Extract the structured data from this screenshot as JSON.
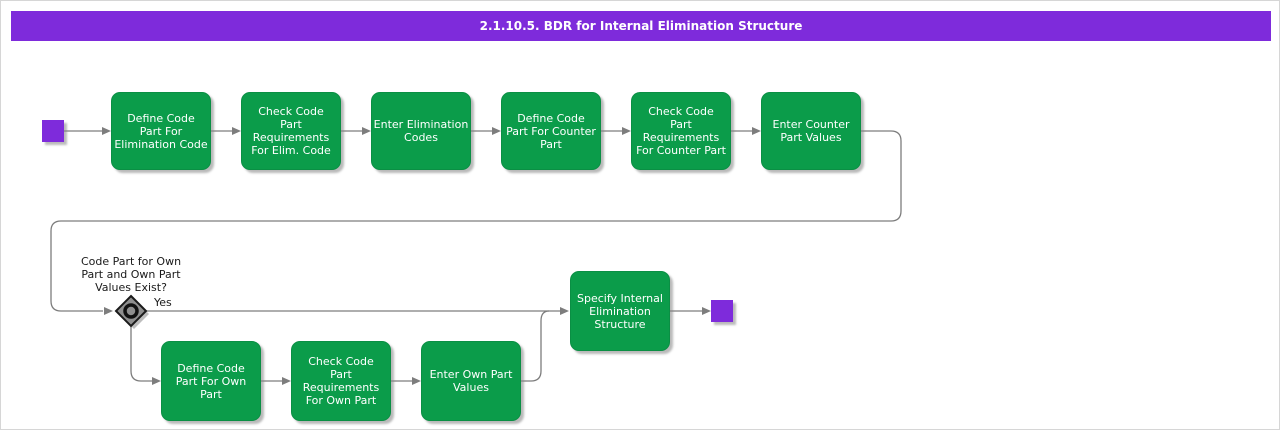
{
  "title": "2.1.10.5. BDR for Internal Elimination Structure",
  "colors": {
    "title_bar": "#7e2bdb",
    "activity": "#0b9c4a",
    "activity_border": "#0a8f44",
    "start_end": "#7e2bdb",
    "connector": "#7d7d7d",
    "decision_fill": "#8f8f8f",
    "decision_border": "#1a1a1a",
    "text_on_activity": "#ffffff"
  },
  "diagram": {
    "decision": {
      "question": "Code Part for Own\nPart and Own Part\nValues Exist?",
      "yes_label": "Yes"
    },
    "activities": {
      "define_elim_code": {
        "label": "Define Code\nPart For\nElimination Code"
      },
      "check_elim_code": {
        "label": "Check Code\nPart\nRequirements\nFor Elim. Code"
      },
      "enter_elim_codes": {
        "label": "Enter Elimination\nCodes"
      },
      "define_counter_part": {
        "label": "Define Code\nPart For Counter\nPart"
      },
      "check_counter_part": {
        "label": "Check Code\nPart\nRequirements\nFor Counter Part"
      },
      "enter_counter_values": {
        "label": "Enter Counter\nPart Values"
      },
      "specify_structure": {
        "label": "Specify Internal\nElimination\nStructure"
      },
      "define_own_part": {
        "label": "Define Code\nPart For Own\nPart"
      },
      "check_own_part": {
        "label": "Check Code\nPart\nRequirements\nFor Own Part"
      },
      "enter_own_values": {
        "label": "Enter Own Part\nValues"
      }
    }
  }
}
